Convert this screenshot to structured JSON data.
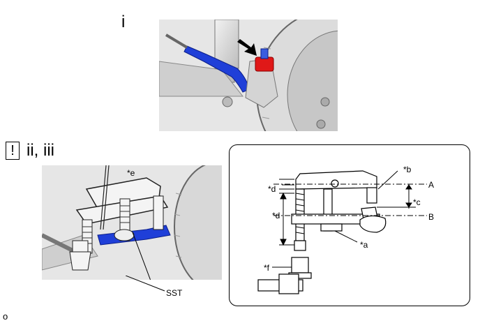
{
  "step_i": "i",
  "step_ii_iii": "ii, iii",
  "caution_mark": "!",
  "callouts": {
    "e": "*e",
    "sst": "SST",
    "b": "*b",
    "d_top": "*d",
    "a_level": "A",
    "c": "*c",
    "d_mid": "*d",
    "b_level": "B",
    "a": "*a",
    "f": "*f"
  },
  "footer_mark": "o",
  "colors": {
    "highlight_blue": "#1f3fd8",
    "highlight_red": "#e01818",
    "line": "#000000",
    "shade": "#d9d9d9"
  }
}
